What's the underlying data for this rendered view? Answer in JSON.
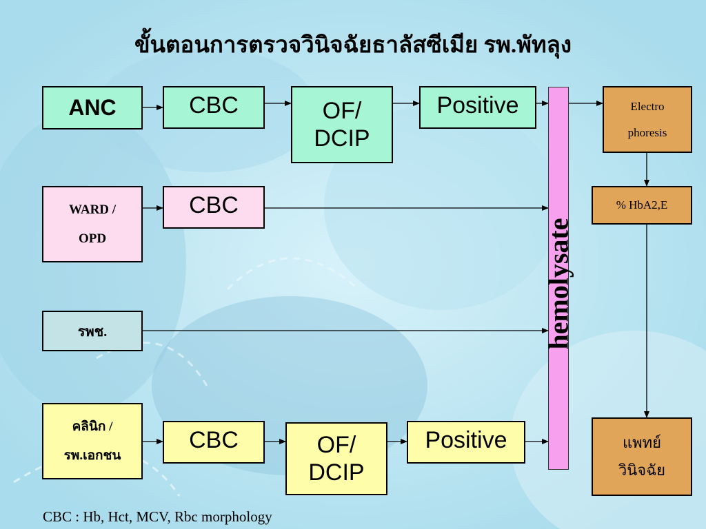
{
  "title": "ขั้นตอนการตรวจวินิจฉัยธาลัสซีเมีย รพ.พัทลุง",
  "rows": {
    "anc": {
      "source": "ANC",
      "cbc": "CBC",
      "of_line1": "OF/",
      "of_line2": "DCIP",
      "positive": "Positive"
    },
    "ward": {
      "source_line1": "WARD /",
      "source_line2": "OPD",
      "cbc": "CBC"
    },
    "rpsh": {
      "source": "รพช."
    },
    "clinic": {
      "source_line1": "คลินิก /",
      "source_line2": "รพ.เอกชน",
      "cbc": "CBC",
      "of_line1": "OF/",
      "of_line2": "DCIP",
      "positive": "Positive"
    }
  },
  "hemolysate": "hemolysate",
  "outputs": {
    "electro_line1": "Electro",
    "electro_line2": "phoresis",
    "hba2": "% HbA2,E",
    "doctor_line1": "แพทย์",
    "doctor_line2": "วินิจฉัย"
  },
  "footnote": "CBC : Hb, Hct, MCV, Rbc morphology",
  "colors": {
    "mint": "#a6f5d4",
    "pink": "#fddcf0",
    "teal": "#c4e3e6",
    "yellow": "#fdfdaa",
    "orange": "#e0a558",
    "hemolysate": "#f7a0ee"
  }
}
